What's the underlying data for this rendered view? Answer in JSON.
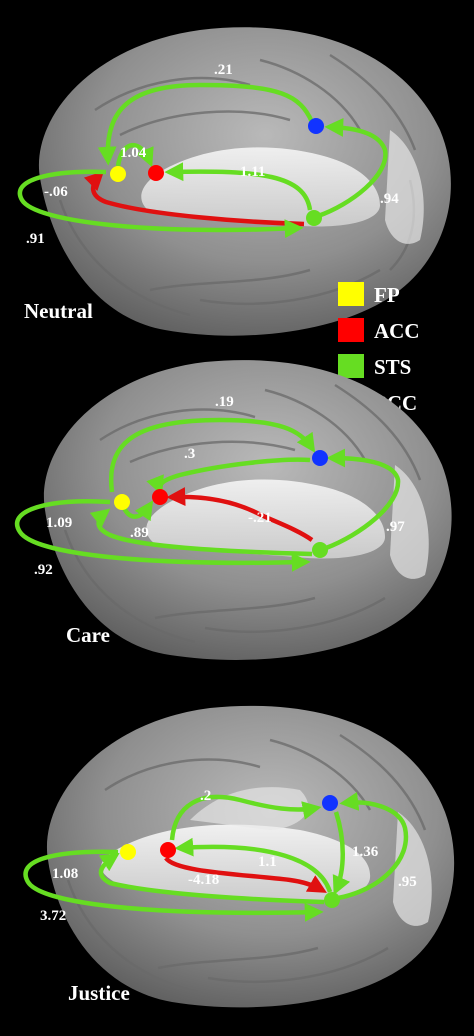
{
  "regions": [
    {
      "key": "FP",
      "label": "FP",
      "color": "#ffff00"
    },
    {
      "key": "ACC",
      "label": "ACC",
      "color": "#ff0000"
    },
    {
      "key": "STS",
      "label": "STS",
      "color": "#66dd22"
    },
    {
      "key": "PCC",
      "label": "PCC",
      "color": "#1133ff"
    }
  ],
  "colors": {
    "positive_edge": "#66dd22",
    "negative_edge": "#e01010",
    "background": "#000000"
  },
  "panels": [
    {
      "name": "neutral",
      "condition": "Neutral",
      "edges": [
        {
          "id": "sts-pcc",
          "label": ".94",
          "sign": "positive"
        },
        {
          "id": "pcc-fp",
          "label": ".21",
          "sign": "positive"
        },
        {
          "id": "fp-acc",
          "label": "1.04",
          "sign": "positive"
        },
        {
          "id": "sts-acc",
          "label": "1.11",
          "sign": "positive"
        },
        {
          "id": "sts-fp",
          "label": "-.06",
          "sign": "negative"
        },
        {
          "id": "fp-sts",
          "label": ".91",
          "sign": "positive"
        }
      ]
    },
    {
      "name": "care",
      "condition": "Care",
      "edges": [
        {
          "id": "sts-pcc",
          "label": ".97",
          "sign": "positive"
        },
        {
          "id": "fp-pcc",
          "label": ".19",
          "sign": "positive"
        },
        {
          "id": "pcc-acc",
          "label": ".3",
          "sign": "positive"
        },
        {
          "id": "fp-acc",
          "label": ".89",
          "sign": "positive"
        },
        {
          "id": "sts-acc",
          "label": "-.21",
          "sign": "negative"
        },
        {
          "id": "sts-fp",
          "label": "1.09",
          "sign": "positive"
        },
        {
          "id": "fp-sts",
          "label": ".92",
          "sign": "positive"
        }
      ]
    },
    {
      "name": "justice",
      "condition": "Justice",
      "edges": [
        {
          "id": "acc-pcc",
          "label": ".2",
          "sign": "positive"
        },
        {
          "id": "pcc-sts",
          "label": "1.36",
          "sign": "positive"
        },
        {
          "id": "sts-pcc",
          "label": ".95",
          "sign": "positive"
        },
        {
          "id": "sts-acc",
          "label": "1.1",
          "sign": "positive"
        },
        {
          "id": "acc-sts",
          "label": "-4.18",
          "sign": "negative"
        },
        {
          "id": "sts-fp",
          "label": "1.08",
          "sign": "positive"
        },
        {
          "id": "fp-sts",
          "label": "3.72",
          "sign": "positive"
        }
      ]
    }
  ]
}
